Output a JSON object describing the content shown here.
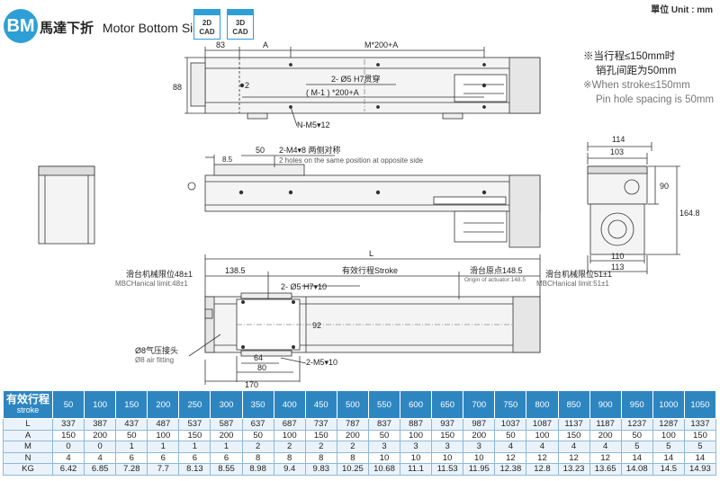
{
  "header": {
    "badge": "BM",
    "title_cn": "馬達下折",
    "title_en": "Motor Bottom Side",
    "cad2d_line1": "2D",
    "cad2d_line2": "CAD",
    "cad3d_line1": "3D",
    "cad3d_line2": "CAD",
    "unit": "單位 Unit : mm"
  },
  "note": {
    "cn1": "※当行程≤150mm时",
    "cn2": "销孔间距为50mm",
    "en1": "※When stroke≤150mm",
    "en2": "Pin hole spacing is 50mm"
  },
  "drawing": {
    "top": {
      "d83": "83",
      "dA": "A",
      "dM": "M*200+A",
      "d88": "88",
      "d2": "2",
      "hole": "2- Ø5 H7贯穿",
      "m1": "( M-1 ) *200+A",
      "nm5": "N-M5▾12"
    },
    "mid": {
      "d85": "8.5",
      "d50": "50",
      "m4": "2-M4▾8 两侧对称",
      "m4en": "2 holes on the same position at opposite side"
    },
    "side": {
      "d114": "114",
      "d103": "103",
      "d90": "90",
      "d164": "164.8",
      "d110": "110",
      "d113": "113"
    },
    "bottom": {
      "L": "L",
      "d1385": "138.5",
      "stroke": "有效行程Stroke",
      "lim_left_cn": "滑台机械限位48±1",
      "lim_left_en": "MBCHanical limit:48±1",
      "origin_cn": "滑台原点148.5",
      "origin_en": "Origin of actuator:148.5",
      "lim_right_cn": "滑台机械限位51±1",
      "lim_right_en": "MBCHanical limit:51±1",
      "pin": "2- Ø5 H7▾10",
      "d92": "92",
      "fitting_cn": "Ø8气压接头",
      "fitting_en": "Ø8 air fitting",
      "d64": "64",
      "d80": "80",
      "d170": "170",
      "m5": "2-M5▾10"
    }
  },
  "table": {
    "header_cn": "有效行程",
    "header_en": "stroke",
    "strokes": [
      "50",
      "100",
      "150",
      "200",
      "250",
      "300",
      "350",
      "400",
      "450",
      "500",
      "550",
      "600",
      "650",
      "700",
      "750",
      "800",
      "850",
      "900",
      "950",
      "1000",
      "1050"
    ],
    "rows": [
      {
        "label": "L",
        "values": [
          "337",
          "387",
          "437",
          "487",
          "537",
          "587",
          "637",
          "687",
          "737",
          "787",
          "837",
          "887",
          "937",
          "987",
          "1037",
          "1087",
          "1137",
          "1187",
          "1237",
          "1287",
          "1337"
        ]
      },
      {
        "label": "A",
        "values": [
          "150",
          "200",
          "50",
          "100",
          "150",
          "200",
          "50",
          "100",
          "150",
          "200",
          "50",
          "100",
          "150",
          "200",
          "50",
          "100",
          "150",
          "200",
          "50",
          "100",
          "150"
        ]
      },
      {
        "label": "M",
        "values": [
          "0",
          "0",
          "1",
          "1",
          "1",
          "1",
          "2",
          "2",
          "2",
          "2",
          "3",
          "3",
          "3",
          "3",
          "4",
          "4",
          "4",
          "4",
          "5",
          "5",
          "5"
        ]
      },
      {
        "label": "N",
        "values": [
          "4",
          "4",
          "6",
          "6",
          "6",
          "6",
          "8",
          "8",
          "8",
          "8",
          "10",
          "10",
          "10",
          "10",
          "12",
          "12",
          "12",
          "12",
          "14",
          "14",
          "14"
        ]
      },
      {
        "label": "KG",
        "values": [
          "6.42",
          "6.85",
          "7.28",
          "7.7",
          "8.13",
          "8.55",
          "8.98",
          "9.4",
          "9.83",
          "10.25",
          "10.68",
          "11.1",
          "11.53",
          "11.95",
          "12.38",
          "12.8",
          "13.23",
          "13.65",
          "14.08",
          "14.5",
          "14.93"
        ]
      }
    ]
  }
}
